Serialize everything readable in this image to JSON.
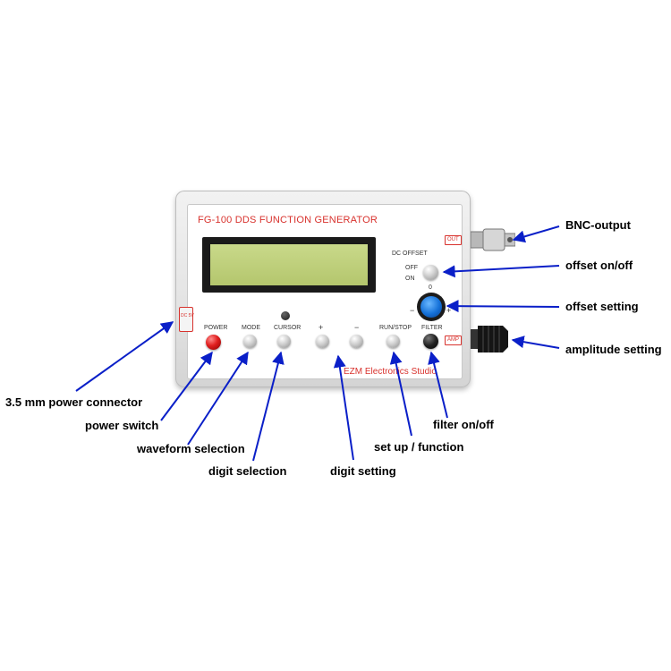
{
  "device": {
    "title": "FG-100 DDS FUNCTION GENERATOR",
    "brand": "EZM Electronics Studio",
    "dc_offset_label": "DC OFFSET",
    "off_label": "OFF",
    "on_label": "ON",
    "zero_mark": "0",
    "minus_mark": "−",
    "plus_mark": "+",
    "out_tag": "OUT",
    "amp_tag": "AMP",
    "dc_tag": "DC 5V",
    "buttons": [
      {
        "label": "POWER"
      },
      {
        "label": "MODE"
      },
      {
        "label": "CURSOR"
      },
      {
        "label": "+"
      },
      {
        "label": "−"
      },
      {
        "label": "RUN/STOP"
      },
      {
        "label": "FILTER"
      }
    ]
  },
  "callouts": {
    "bnc_output": "BNC-output",
    "offset_onoff": "offset on/off",
    "offset_setting": "offset setting",
    "amplitude_setting": "amplitude setting",
    "power_connector": "3.5 mm power connector",
    "power_switch": "power switch",
    "waveform_selection": "waveform selection",
    "digit_selection": "digit selection",
    "digit_setting": "digit setting",
    "setup_function": "set up / function",
    "filter_onoff": "filter on/off"
  },
  "colors": {
    "arrow": "#0a1fc8",
    "panel_text_red": "#d8322d",
    "knob_blue": "#1470d8"
  }
}
